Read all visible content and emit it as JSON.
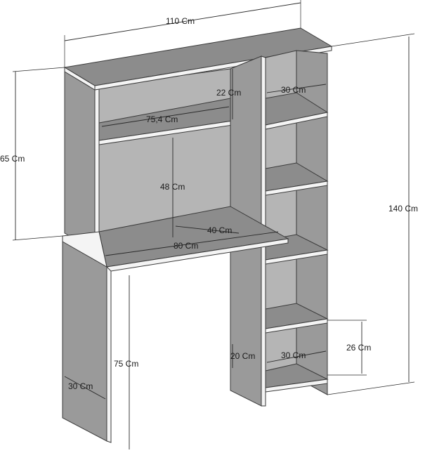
{
  "colors": {
    "panel_front": "#9a9a9a",
    "panel_side": "#b5b5b5",
    "panel_top": "#8c8c8c",
    "panel_edge": "#f4f4f4",
    "line": "#2a2a2a",
    "background": "#ffffff"
  },
  "dimensions": {
    "total_width": "110 Cm",
    "total_height": "140 Cm",
    "hutch_height": "65 Cm",
    "top_shelf_gap": "22 Cm",
    "shelf_width_top": "30 Cm",
    "inner_shelf_width": "75,4 Cm",
    "hutch_opening": "48 Cm",
    "desk_depth": "40 Cm",
    "desk_width": "80 Cm",
    "desk_height": "75 Cm",
    "side_depth": "30 Cm",
    "shelf_gap_bottom": "26 Cm",
    "shelf_width_bottom": "30 Cm",
    "bottom_gap": "20 Cm"
  }
}
